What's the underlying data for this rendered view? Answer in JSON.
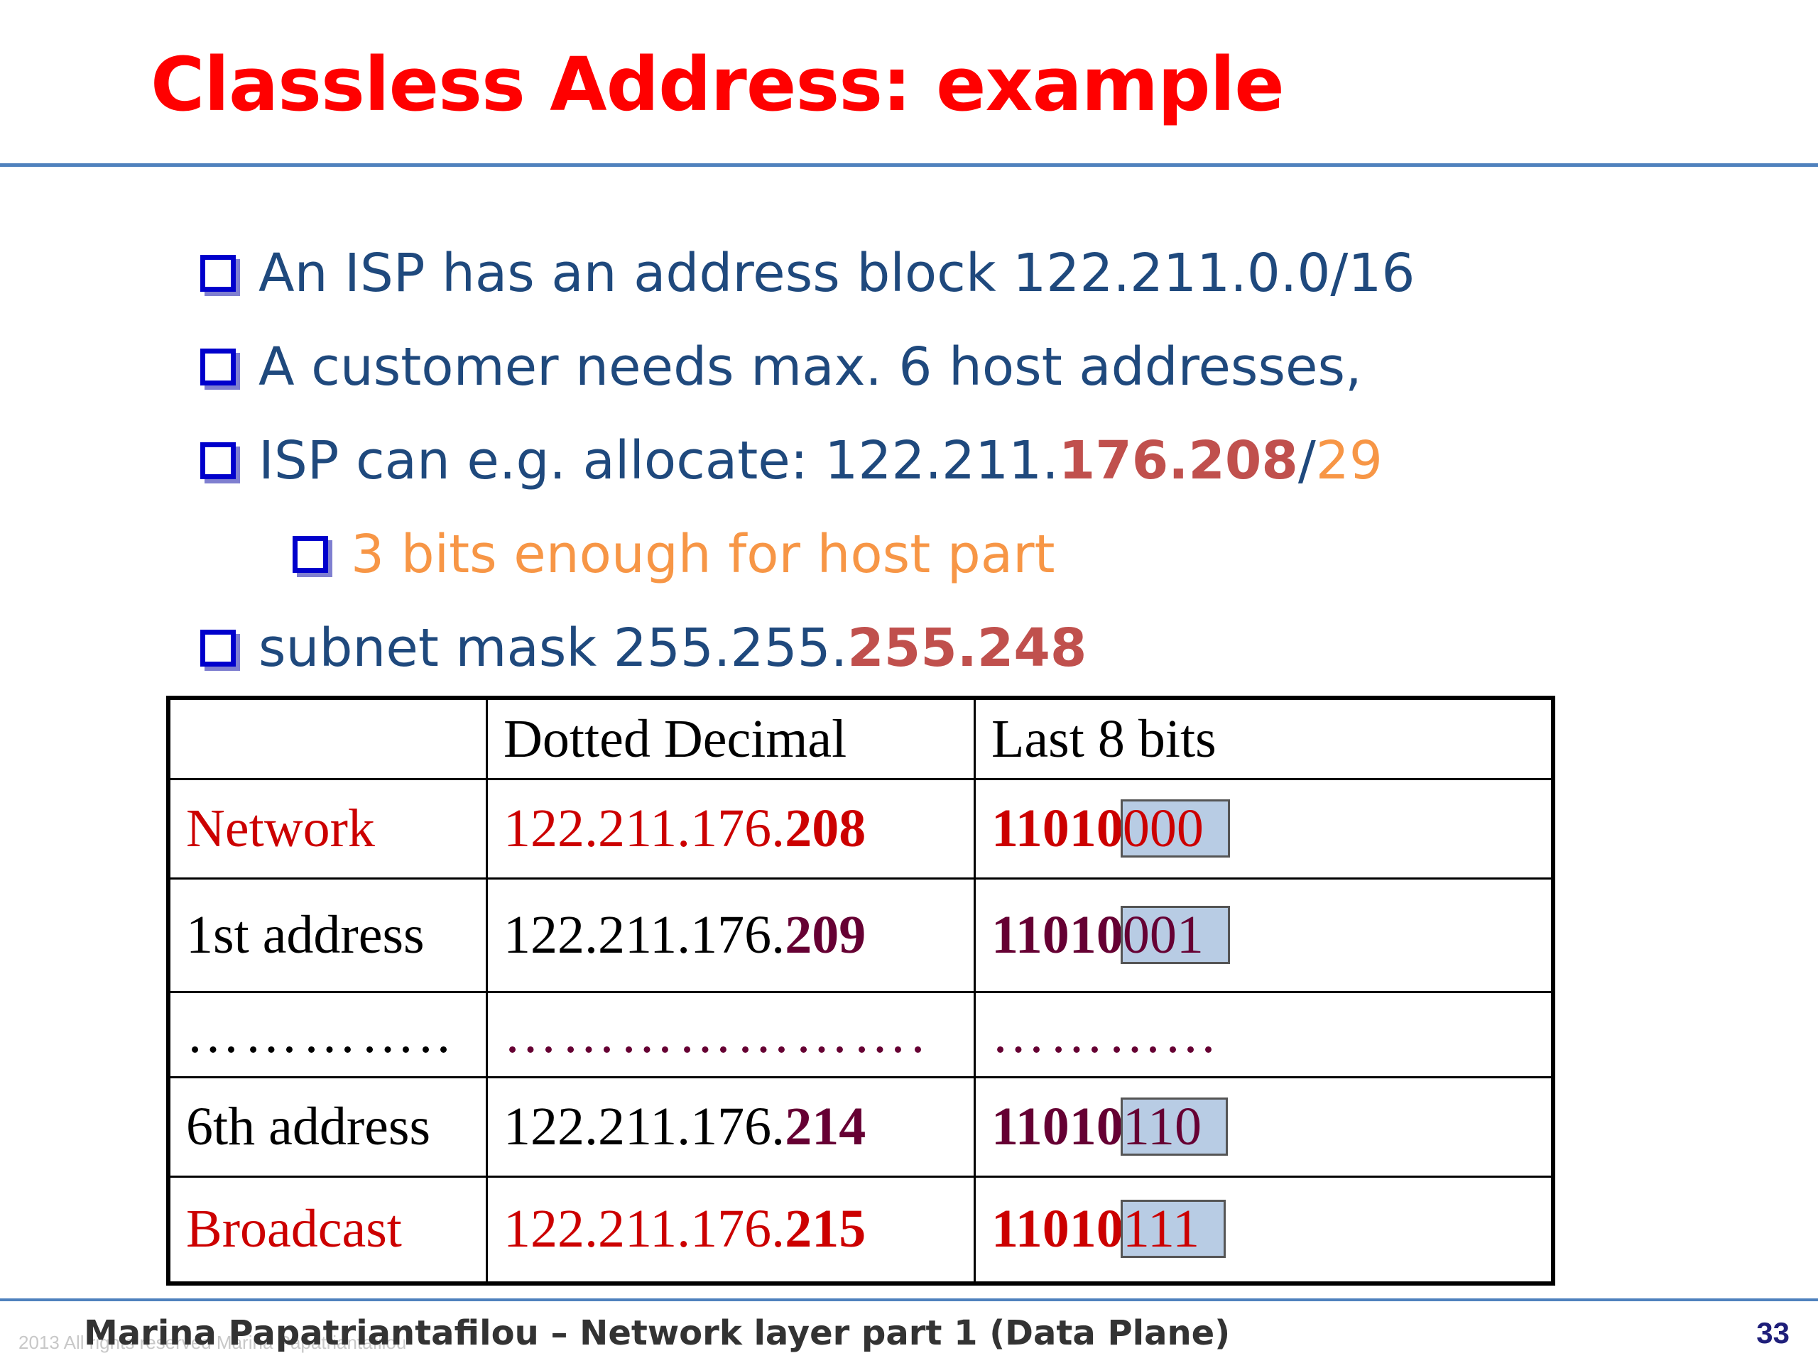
{
  "slide": {
    "title": "Classless Address: example",
    "bullets": {
      "b1": "An ISP has an address block 122.211.0.0/16",
      "b2": "A customer needs max. 6 host addresses,",
      "b3_prefix": "ISP can e.g. allocate: 122.211.",
      "b3_highlight": "176.208",
      "b3_slash": "/",
      "b3_len": "29",
      "b4": "3 bits enough for host part",
      "b5_prefix": "subnet mask 255.255.",
      "b5_highlight": "255.248"
    },
    "table": {
      "headers": [
        "",
        "Dotted Decimal",
        "Last 8 bits"
      ],
      "rows": [
        {
          "label": "Network",
          "dotted_prefix": "122.211.176.",
          "dotted_last": "208",
          "bits_net": "11010",
          "bits_host": "000"
        },
        {
          "label": "1st address",
          "dotted_prefix": "122.211.176.",
          "dotted_last": "209",
          "bits_net": "11010",
          "bits_host": "001"
        },
        {
          "label": "…………..",
          "dotted": "………………….",
          "bits": "………..."
        },
        {
          "label": "6th address",
          "dotted_prefix": "122.211.176.",
          "dotted_last": "214",
          "bits_net": "11010",
          "bits_host": "110"
        },
        {
          "label": "Broadcast",
          "dotted_prefix": "122.211.176.",
          "dotted_last": "215",
          "bits_net": "11010",
          "bits_host": "111"
        }
      ]
    },
    "footer": "Marina Papatriantafilou –  Network layer part 1 (Data Plane)",
    "copyright": "2013 All rights reserved Marina Papatriantafilou",
    "page_number": "33",
    "colors": {
      "title": "#ff0000",
      "body_text": "#1f497d",
      "highlight_red": "#c0504d",
      "highlight_orange": "#f79646",
      "bullet_box": "#0000cc",
      "rule": "#4f81bd",
      "bits_highlight": "#b8cce4"
    },
    "icons": [
      "checkbox-bullet-icon"
    ]
  }
}
